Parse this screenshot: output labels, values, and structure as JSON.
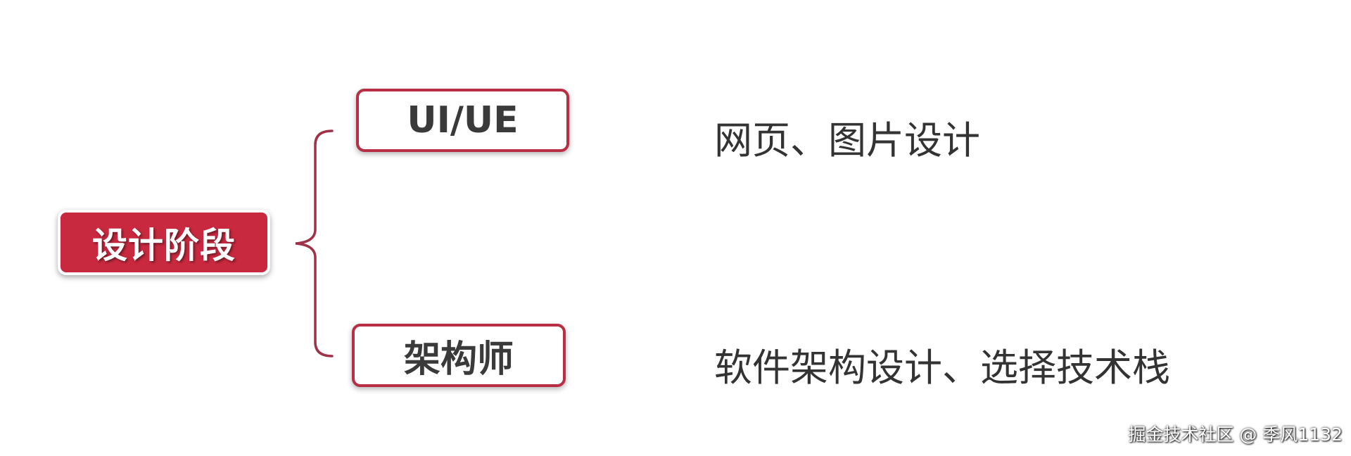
{
  "diagram": {
    "root": {
      "label": "设计阶段"
    },
    "branches": [
      {
        "label": "UI/UE",
        "description": "网页、图片设计"
      },
      {
        "label": "架构师",
        "description": "软件架构设计、选择技术栈"
      }
    ]
  },
  "watermark": "掘金技术社区 @ 季风1132",
  "colors": {
    "accent": "#c8293f",
    "border": "#b82f45",
    "text": "#333333",
    "background": "#ffffff"
  }
}
